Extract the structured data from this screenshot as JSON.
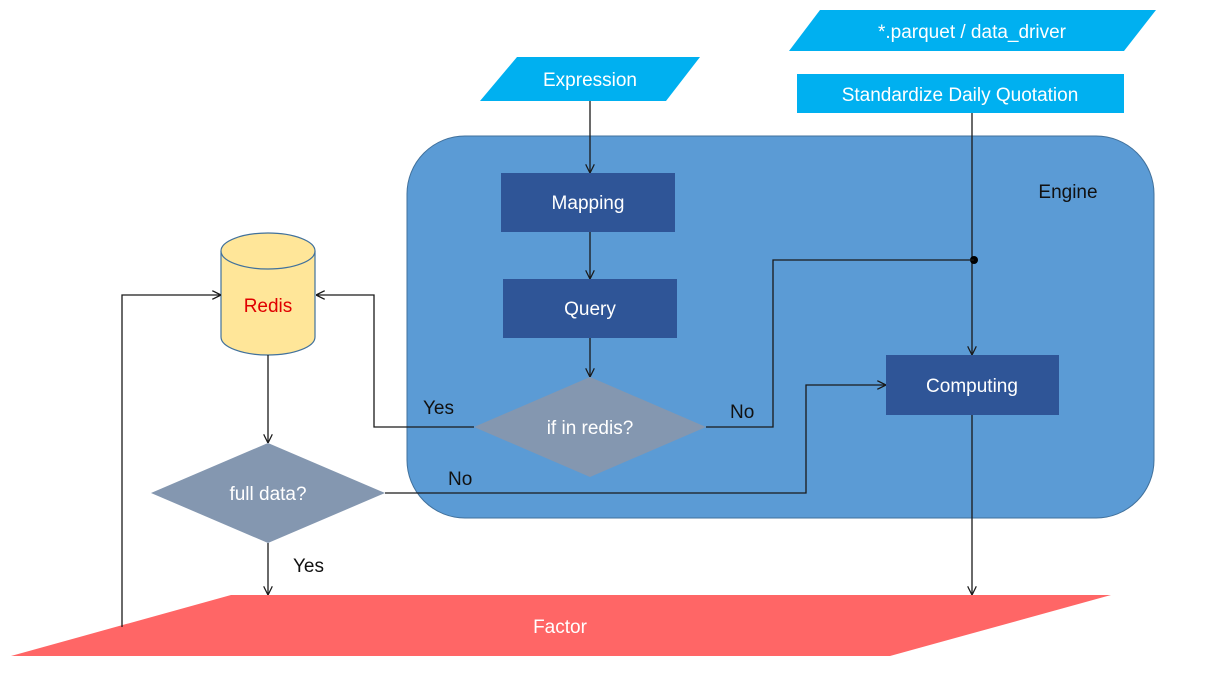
{
  "nodes": {
    "parquet": "*.parquet / data_driver",
    "standardize": "Standardize Daily Quotation",
    "expression": "Expression",
    "engine": "Engine",
    "mapping": "Mapping",
    "query": "Query",
    "if_in_redis": "if in redis?",
    "computing": "Computing",
    "redis": "Redis",
    "full_data": "full data?",
    "factor": "Factor"
  },
  "edge_labels": {
    "redis_yes": "Yes",
    "redis_no": "No",
    "full_no": "No",
    "full_yes": "Yes"
  },
  "colors": {
    "input_cyan": "#00b0f0",
    "engine_blue": "#5b9bd5",
    "process_navy": "#2f5597",
    "decision_gray": "#8497b0",
    "redis_fill": "#ffe699",
    "redis_stroke": "#41719c",
    "factor_red": "#ff6666",
    "redis_text": "#e00000"
  }
}
